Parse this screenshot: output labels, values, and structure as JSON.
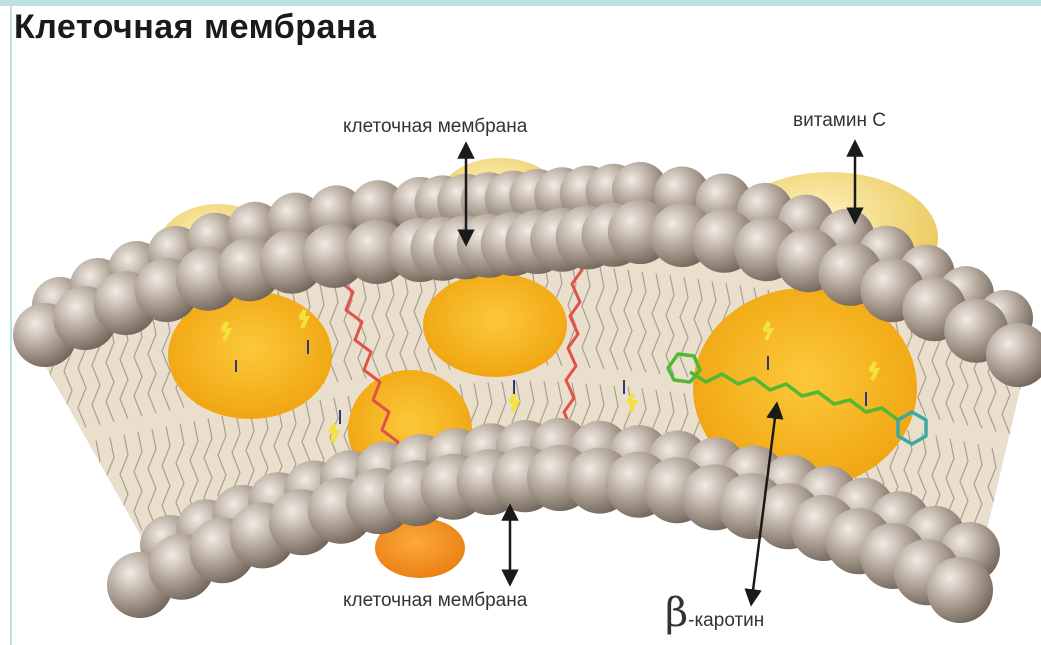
{
  "title": "Клеточная мембрана",
  "labels": {
    "membrane_top": "клеточная мембрана",
    "vitamin_c": "витамин С",
    "membrane_bottom": "клеточная мембрана",
    "beta_symbol": "β",
    "beta_rest": "-каротин"
  },
  "colors": {
    "phospholipid_head": "#a6998d",
    "bilayer_interior": "#e9dfcc",
    "vitamin_e_region": "#f7b81e",
    "vitamin_c_region": "#f3d160",
    "carotenoid_red": "#e0524a",
    "beta_carotene_green": "#52b834",
    "lipid_tail": "#9c9488"
  }
}
